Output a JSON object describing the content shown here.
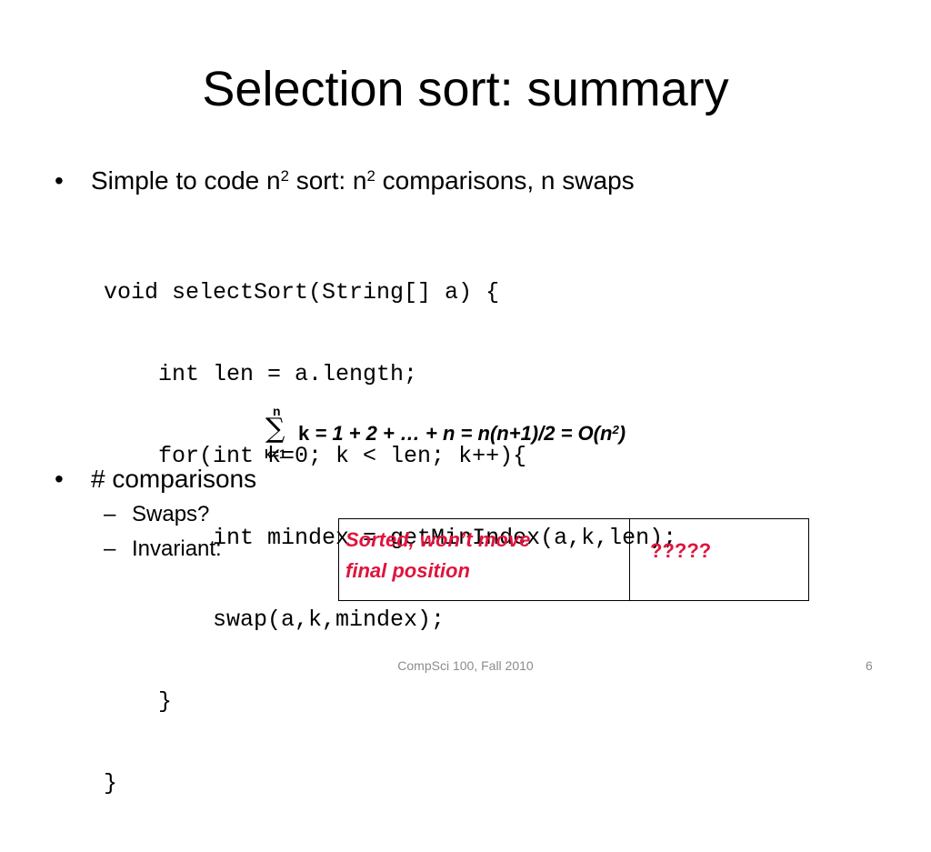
{
  "slide": {
    "title": "Selection sort: summary",
    "bullet_1": {
      "bullet": "•",
      "part_a": "Simple to code n",
      "sup_a": "2",
      "part_b": " sort: n",
      "sup_b": "2",
      "part_c": " comparisons, n swaps"
    },
    "code_lines": [
      "void selectSort(String[] a) {",
      "    int len = a.length;",
      "    for(int k=0; k < len; k++){",
      "        int mindex = getMinIndex(a,k,len);",
      "        swap(a,k,mindex);",
      "    }",
      "}"
    ],
    "formula": {
      "upper": "n",
      "symbol": "∑",
      "lower": "k=1",
      "var": "k",
      "expr_main": " = 1 + 2 + … + n = n(n+1)/2 = O(n",
      "expr_sup": "2",
      "expr_end": ")"
    },
    "bullet_2": {
      "bullet": "•",
      "text": "# comparisons"
    },
    "sub_items": [
      {
        "dash": "–",
        "text": "Swaps?"
      },
      {
        "dash": "–",
        "text": "Invariant:"
      }
    ],
    "invariant_box": {
      "left_line_1": "Sorted, won’t move",
      "left_line_2": "final position",
      "right": "?????"
    },
    "footer": "CompSci 100, Fall 2010",
    "page_number": "6"
  },
  "colors": {
    "accent_red": "#e0143c",
    "footer_gray": "#8c8c8c"
  }
}
